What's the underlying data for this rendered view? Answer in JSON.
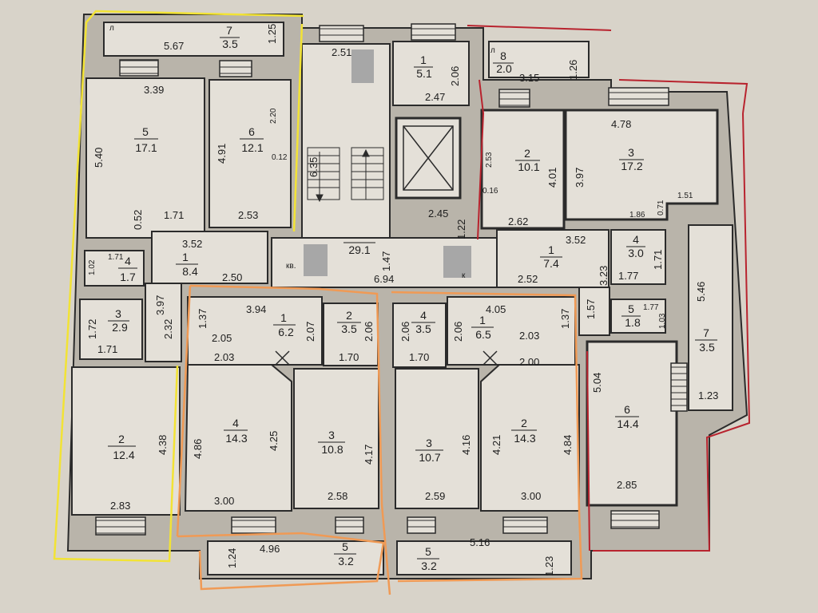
{
  "colors": {
    "paper": "#d8d3c9",
    "room_fill": "#e4e0d8",
    "wall": "#2b2b2b",
    "outline_left": "#f2e335",
    "outline_center": "#f09a55",
    "outline_right": "#b8232e",
    "redaction": "#a7a7a7"
  },
  "units": [
    {
      "id": "left",
      "rooms": [
        {
          "id": "L7",
          "number": "7",
          "area": "3.5"
        },
        {
          "id": "L5",
          "number": "5",
          "area": "17.1"
        },
        {
          "id": "L6",
          "number": "6",
          "area": "12.1"
        },
        {
          "id": "L1",
          "number": "1",
          "area": "8.4"
        },
        {
          "id": "L4",
          "number": "4",
          "area": "1.7"
        },
        {
          "id": "L3",
          "number": "3",
          "area": "2.9"
        },
        {
          "id": "L2",
          "number": "2",
          "area": "12.4"
        }
      ]
    },
    {
      "id": "center-left",
      "rooms": [
        {
          "id": "CL1",
          "number": "1",
          "area": "6.2"
        },
        {
          "id": "CL2",
          "number": "2",
          "area": "3.5"
        },
        {
          "id": "CL4",
          "number": "4",
          "area": "14.3"
        },
        {
          "id": "CL3",
          "number": "3",
          "area": "10.8"
        },
        {
          "id": "CL5",
          "number": "5",
          "area": "3.2"
        }
      ]
    },
    {
      "id": "center-right",
      "rooms": [
        {
          "id": "CR4",
          "number": "4",
          "area": "3.5"
        },
        {
          "id": "CR1",
          "number": "1",
          "area": "6.5"
        },
        {
          "id": "CR3",
          "number": "3",
          "area": "10.7"
        },
        {
          "id": "CR2",
          "number": "2",
          "area": "14.3"
        },
        {
          "id": "CR5",
          "number": "5",
          "area": "3.2"
        }
      ]
    },
    {
      "id": "right",
      "rooms": [
        {
          "id": "R8",
          "number": "8",
          "area": "2.0"
        },
        {
          "id": "R2",
          "number": "2",
          "area": "10.1"
        },
        {
          "id": "R3",
          "number": "3",
          "area": "17.2"
        },
        {
          "id": "R1",
          "number": "1",
          "area": "7.4"
        },
        {
          "id": "R4",
          "number": "4",
          "area": "3.0"
        },
        {
          "id": "R5",
          "number": "5",
          "area": "1.8"
        },
        {
          "id": "R6",
          "number": "6",
          "area": "14.4"
        },
        {
          "id": "R7",
          "number": "7",
          "area": "3.5"
        }
      ]
    }
  ],
  "core": {
    "stair_area": "29.1",
    "stair_top_dim": "2.51",
    "stair_side_dim": "6.35",
    "room1_number": "1",
    "room1_area": "5.1",
    "lift_dim": "2.45",
    "hall_width": "6.94",
    "hall_dim_a": "1.47",
    "hall_dim_b": "1.22",
    "kv_label_left": "кв.",
    "kv_label_right": "к"
  },
  "markers": {
    "balcony_left": "л",
    "balcony_right": "л"
  },
  "dims": {
    "l_567": "5.67",
    "l_125": "1.25",
    "l_339": "3.39",
    "l_540": "5.40",
    "l_052": "0.52",
    "l_171a": "1.71",
    "l_491": "4.91",
    "l_220": "2.20",
    "l_012": "0.12",
    "l_253": "2.53",
    "l_352": "3.52",
    "l_102": "1.02",
    "l_171b": "1.71",
    "l_397": "3.97",
    "l_250": "2.50",
    "l_172": "1.72",
    "l_232": "2.32",
    "l_171c": "1.71",
    "l_438": "4.38",
    "l_283": "2.83",
    "c_137a": "1.37",
    "c_394": "3.94",
    "c_205": "2.05",
    "c_207": "2.07",
    "c_206a": "2.06",
    "c_170a": "1.70",
    "c_203a": "2.03",
    "c_486": "4.86",
    "c_425": "4.25",
    "c_417": "4.17",
    "c_300a": "3.00",
    "c_258": "2.58",
    "c_124": "1.24",
    "c_496": "4.96",
    "c_206b": "2.06",
    "c_206c": "2.06",
    "c_405": "4.05",
    "c_203b": "2.03",
    "c_137b": "1.37",
    "c_170b": "1.70",
    "c_200": "2.00",
    "c_416": "4.16",
    "c_421": "4.21",
    "c_484": "4.84",
    "c_259": "2.59",
    "c_300b": "3.00",
    "c_516": "5.16",
    "c_123a": "1.23",
    "r_206": "2.06",
    "r_247": "2.47",
    "r_126": "1.26",
    "r_315": "3.15",
    "r_478": "4.78",
    "r_253": "2.53",
    "r_016": "0.16",
    "r_401": "4.01",
    "r_397": "3.97",
    "r_262": "2.62",
    "r_151": "1.51",
    "r_186": "1.86",
    "r_071": "0.71",
    "r_352": "3.52",
    "r_171": "1.71",
    "r_252": "2.52",
    "r_323": "3.23",
    "r_177a": "1.77",
    "r_546": "5.46",
    "r_157": "1.57",
    "r_177b": "1.77",
    "r_103": "1.03",
    "r_504": "5.04",
    "r_285": "2.85",
    "r_123b": "1.23"
  }
}
